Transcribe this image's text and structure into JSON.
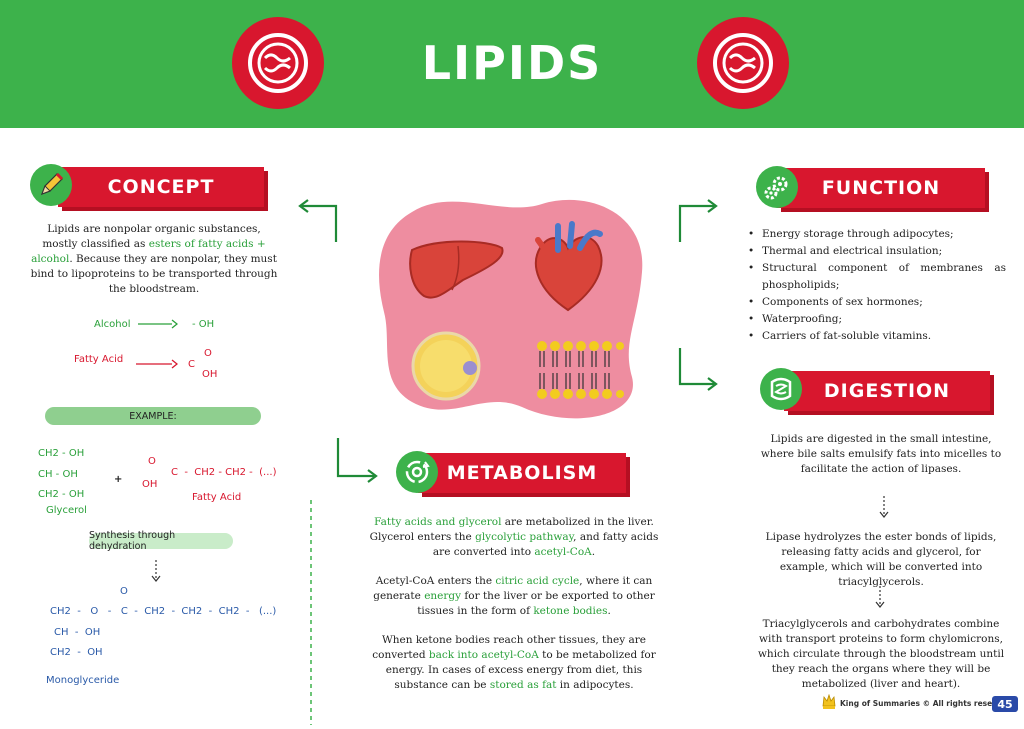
{
  "title": "LIPIDS",
  "concept": {
    "heading": "CONCEPT",
    "body_a": "Lipids are nonpolar organic substances, mostly classified as ",
    "body_hl": "esters of fatty acids + alcohol",
    "body_b": ". Because they are nonpolar, they must bind to lipoproteins to be transported through the bloodstream.",
    "alcohol": "Alcohol",
    "alcohol_group": "- OH",
    "fatty_acid": "Fatty Acid",
    "carboxyl_c": "C",
    "carboxyl_o": "O",
    "carboxyl_oh": "OH",
    "example_label": "EXAMPLE:",
    "glycerol": "Glycerol",
    "glycerol_lines": [
      "CH2  -  OH",
      "CH  -  OH",
      "CH2  -  OH"
    ],
    "plus": "+",
    "fa_chain": "C  -  CH2 - CH2 -  (...)",
    "fa_label": "Fatty Acid",
    "synthesis": "Synthesis through dehydration",
    "mono_line1": "CH2  -   O   -   C  -  CH2  -  CH2  -  CH2  -   (...)",
    "mono_line2": "CH  -  OH",
    "mono_line3": "CH2  -  OH",
    "mono_label": "Monoglyceride"
  },
  "function": {
    "heading": "FUNCTION",
    "items": [
      "Energy storage through adipocytes;",
      "Thermal and electrical insulation;",
      "Structural component of membranes as phospholipids;",
      "Components of sex hormones;",
      "Waterproofing;",
      "Carriers of fat-soluble vitamins."
    ]
  },
  "digestion": {
    "heading": "DIGESTION",
    "p1": "Lipids are digested in the small intestine, where bile salts emulsify fats into micelles to facilitate the action of lipases.",
    "p2": "Lipase hydrolyzes the ester bonds of lipids, releasing fatty acids and glycerol, for example, which will be converted into triacylglycerols.",
    "p3": "Triacylglycerols and carbohydrates combine with transport proteins to form chylomicrons, which circulate through the bloodstream until they reach the organs where they will be metabolized (liver and heart)."
  },
  "metabolism": {
    "heading": "METABOLISM",
    "p1": [
      {
        "t": "Fatty acids and glycerol",
        "h": true
      },
      {
        "t": " are metabolized in the liver. Glycerol enters the ",
        "h": false
      },
      {
        "t": "glycolytic pathway",
        "h": true
      },
      {
        "t": ", and fatty acids are converted into ",
        "h": false
      },
      {
        "t": "acetyl-CoA",
        "h": true
      },
      {
        "t": ".",
        "h": false
      }
    ],
    "p2": [
      {
        "t": "Acetyl-CoA enters the ",
        "h": false
      },
      {
        "t": "citric acid cycle",
        "h": true
      },
      {
        "t": ", where it can generate ",
        "h": false
      },
      {
        "t": "energy",
        "h": true
      },
      {
        "t": " for the liver or be exported to other tissues in the form of ",
        "h": false
      },
      {
        "t": "ketone bodies",
        "h": true
      },
      {
        "t": ".",
        "h": false
      }
    ],
    "p3": [
      {
        "t": "When ketone bodies reach other tissues, they are converted ",
        "h": false
      },
      {
        "t": "back into acetyl-CoA",
        "h": true
      },
      {
        "t": " to be metabolized for energy. In cases of excess energy from diet, this substance can be ",
        "h": false
      },
      {
        "t": "stored as fat",
        "h": true
      },
      {
        "t": " in adipocytes.",
        "h": false
      }
    ]
  },
  "footer": {
    "text": "King of Summaries © All rights reserved.",
    "page": "45"
  },
  "colors": {
    "green": "#3db24b",
    "red": "#d8172e",
    "blob": "#ee8da0"
  },
  "icons": [
    "lipid-molecule-icon",
    "pencil-icon",
    "gears-icon",
    "metabolism-icon",
    "intestine-icon",
    "liver-icon",
    "heart-icon",
    "adipocyte-icon",
    "phospholipid-bilayer-icon"
  ]
}
